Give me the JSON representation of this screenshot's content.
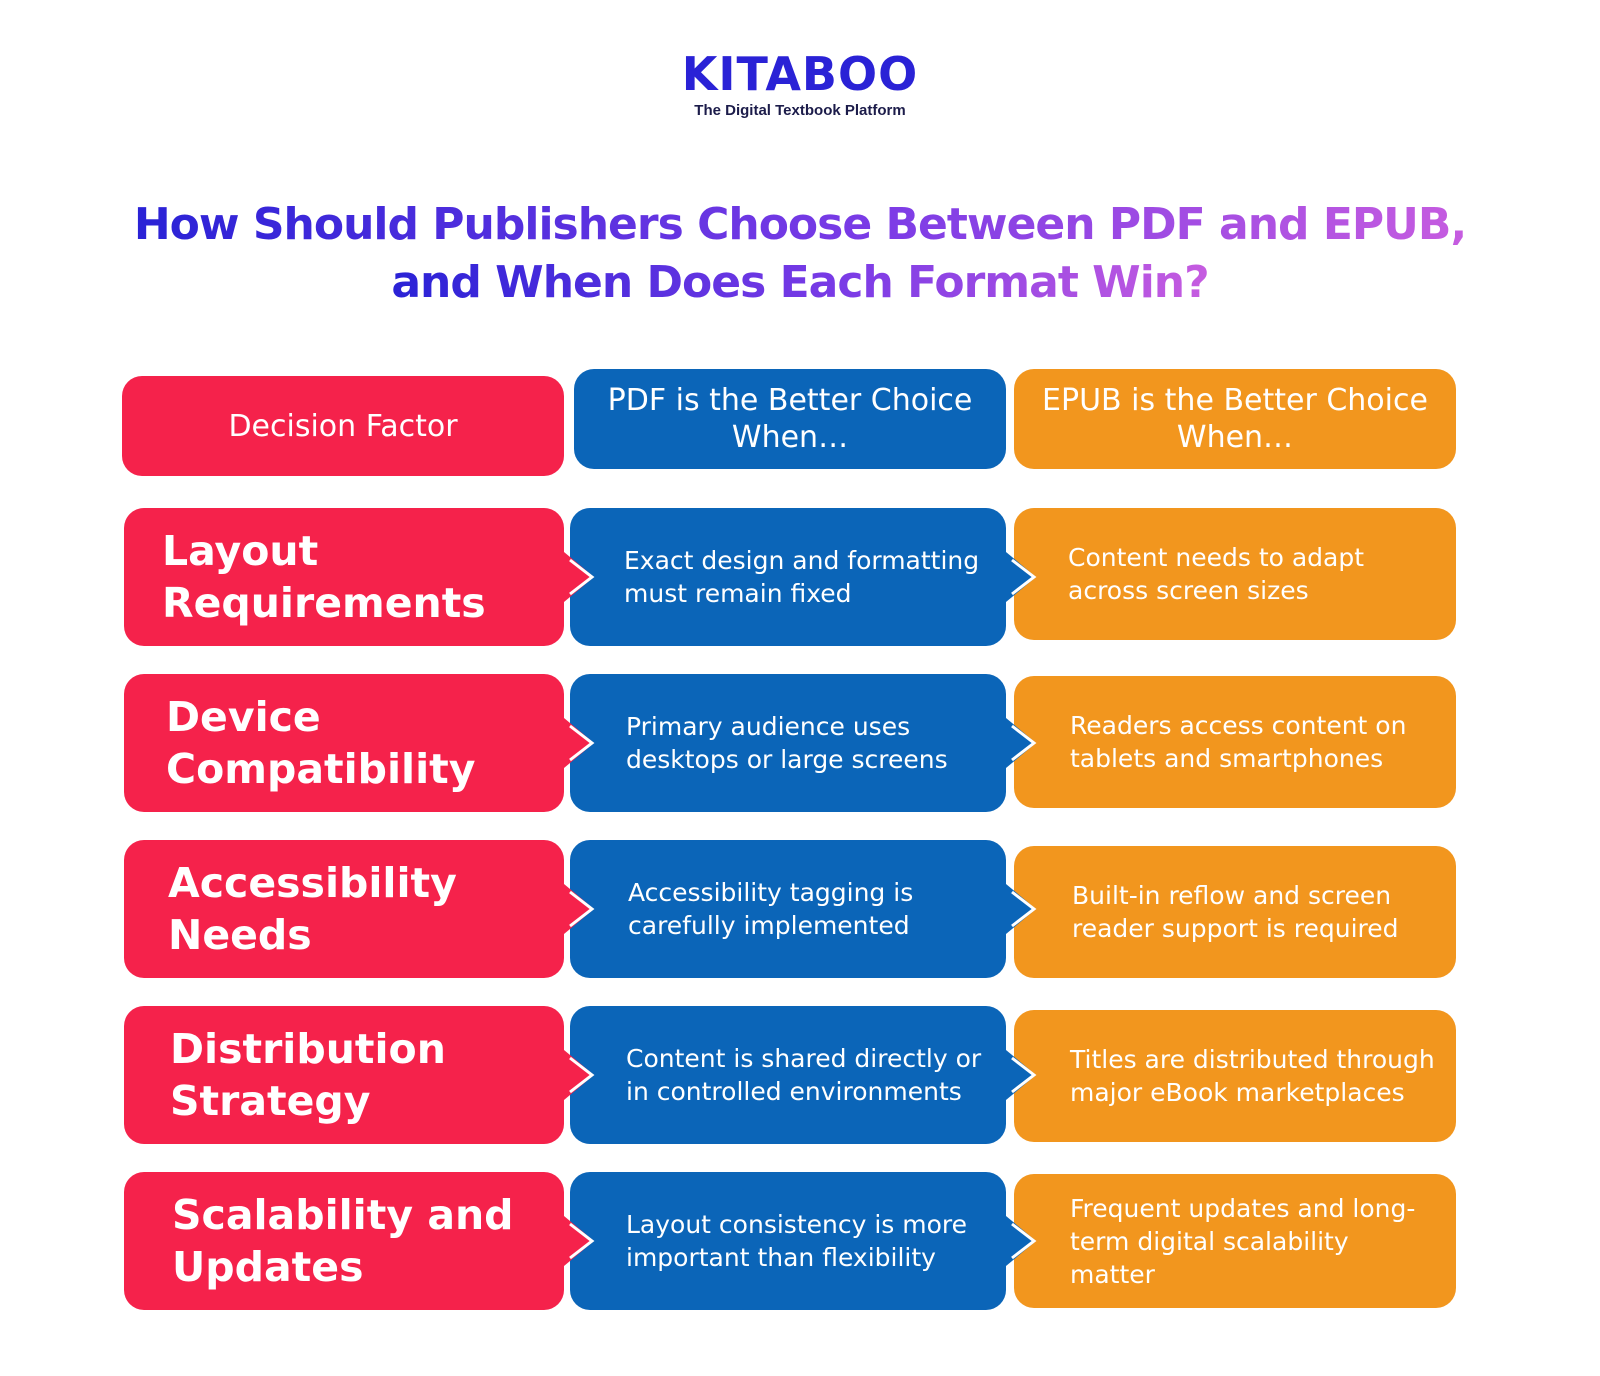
{
  "brand": {
    "name": "KITABOO",
    "tagline": "The Digital Textbook Platform"
  },
  "title": {
    "line1": "How Should Publishers Choose Between PDF and EPUB,",
    "line2": "and When Does Each Format Win?"
  },
  "headers": {
    "factor": "Decision Factor",
    "pdf_line1": "PDF is the Better Choice",
    "pdf_line2": "When…",
    "epub_line1": "EPUB is the Better Choice",
    "epub_line2": "When…"
  },
  "rows": [
    {
      "factor_line1": "Layout",
      "factor_line2": "Requirements",
      "pdf_line1": "Exact design and formatting",
      "pdf_line2": "must remain fixed",
      "epub_line1": "Content needs to adapt",
      "epub_line2": "across screen sizes"
    },
    {
      "factor_line1": "Device",
      "factor_line2": "Compatibility",
      "pdf_line1": "Primary audience uses",
      "pdf_line2": "desktops or large screens",
      "epub_line1": "Readers access content on",
      "epub_line2": "tablets and smartphones"
    },
    {
      "factor_line1": "Accessibility",
      "factor_line2": "Needs",
      "pdf_line1": "Accessibility tagging is",
      "pdf_line2": "carefully implemented",
      "epub_line1": "Built-in reflow and screen",
      "epub_line2": "reader support is required"
    },
    {
      "factor_line1": "Distribution",
      "factor_line2": "Strategy",
      "pdf_line1": "Content is shared directly or",
      "pdf_line2": "in controlled environments",
      "epub_line1": "Titles are distributed through",
      "epub_line2": "major eBook marketplaces"
    },
    {
      "factor_line1": "Scalability and",
      "factor_line2": "Updates",
      "pdf_line1": "Layout consistency is more",
      "pdf_line2": "important than flexibility",
      "epub_line1": "Frequent updates and long-",
      "epub_line2": "term digital scalability matter"
    }
  ],
  "colors": {
    "brand": "#2a22d6",
    "factor": "#f5224b",
    "pdf": "#0b65b8",
    "epub": "#f2961e"
  }
}
